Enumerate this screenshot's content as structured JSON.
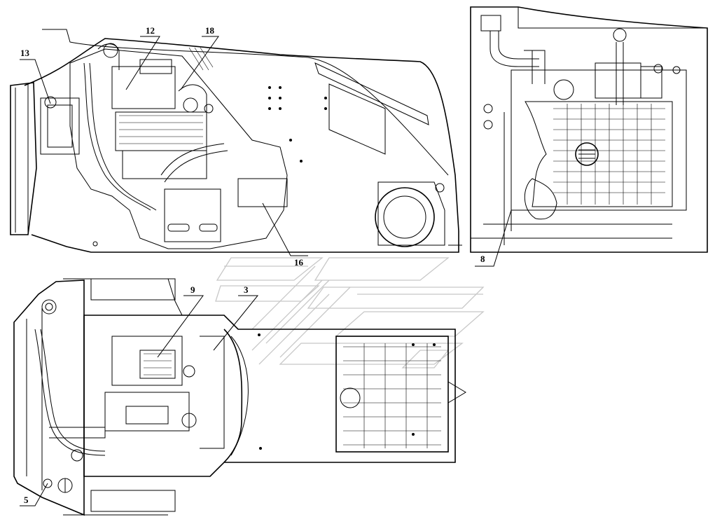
{
  "labels": {
    "l13": "13",
    "l12": "12",
    "l18": "18",
    "l16": "16",
    "l8": "8",
    "l9": "9",
    "l3": "3",
    "l5": "5"
  }
}
